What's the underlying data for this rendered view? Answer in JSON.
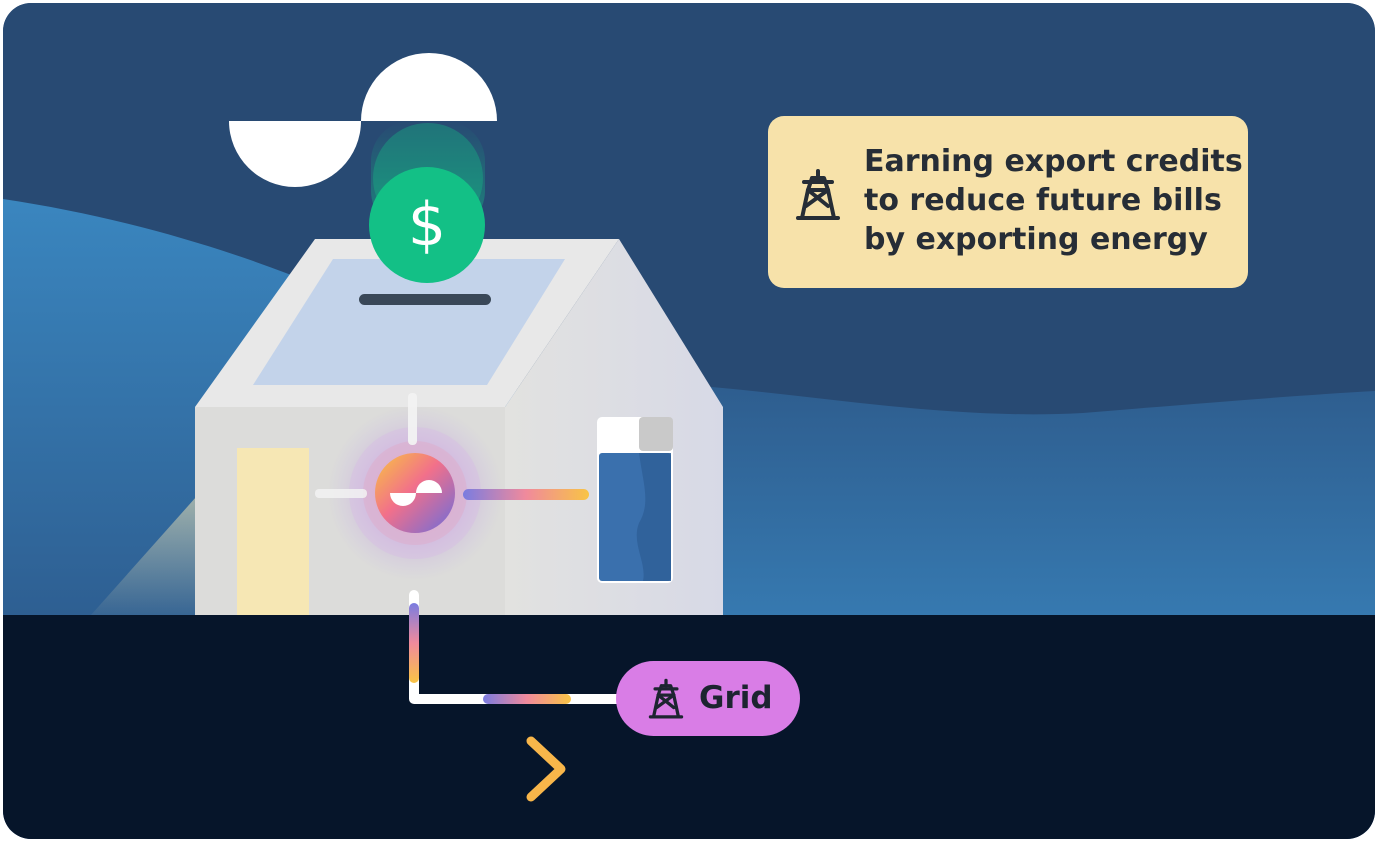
{
  "callout": {
    "lines": [
      "Earning export credits",
      "to reduce future bills",
      "by exporting energy"
    ],
    "icon": "transmission-tower-icon"
  },
  "grid_node": {
    "label": "Grid",
    "icon": "transmission-tower-icon"
  },
  "coin": {
    "symbol": "$",
    "icon": "dollar-coin-icon"
  },
  "colors": {
    "sky": "#284a73",
    "hill": "#3a7fb5",
    "ground": "#06152a",
    "callout_bg": "#f7e2aa",
    "grid_pill": "#d97de6",
    "coin": "#13c086",
    "house_wall": "#dcdcda",
    "solar_panel": "#c3d3ea",
    "battery": "#3a70ad"
  }
}
